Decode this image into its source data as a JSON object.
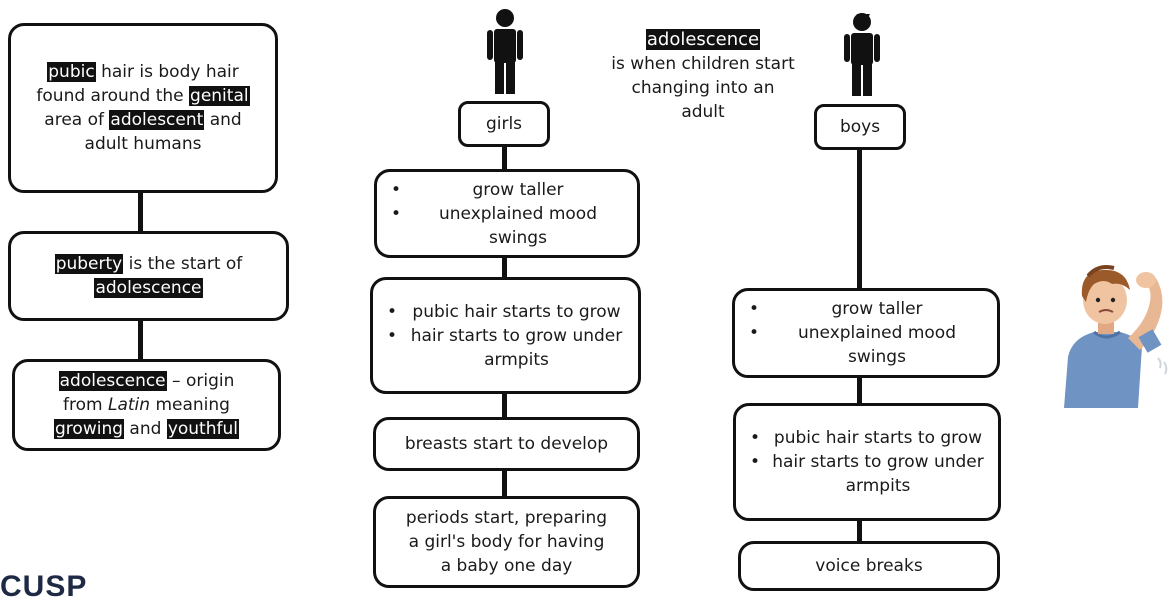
{
  "left": {
    "box1": {
      "hl1": "pubic",
      "t1": " hair is body hair found around the ",
      "hl2": "genital",
      "t2": " area of ",
      "hl3": "adolescent",
      "t3": " and adult humans"
    },
    "box2": {
      "hl1": "puberty",
      "t1": " is the start of ",
      "hl2": "adolescence"
    },
    "box3": {
      "hl1": "adolescence",
      "t1": " – origin from ",
      "em": "Latin",
      "t2": " meaning ",
      "hl2": "growing",
      "t3": " and ",
      "hl3": "youthful"
    }
  },
  "intro": {
    "title": "adolescence",
    "text": "is when  children start changing into an adult"
  },
  "girls": {
    "label": "girls",
    "box1": [
      "grow taller",
      "unexplained mood swings"
    ],
    "box2": [
      "pubic hair starts to grow",
      "hair starts to grow under armpits"
    ],
    "box3": "breasts start to develop",
    "box4": "periods start,  preparing a girl's body for having a baby one day"
  },
  "boys": {
    "label": "boys",
    "box1": [
      "grow taller",
      "unexplained mood swings"
    ],
    "box2": [
      "pubic hair starts to grow",
      "hair starts to grow under armpits"
    ],
    "box3": "voice breaks"
  },
  "logo": "CUSP",
  "icons": {
    "girl": "person-icon",
    "boy": "person-icon",
    "boy_picture": "boy-scratching-head"
  }
}
